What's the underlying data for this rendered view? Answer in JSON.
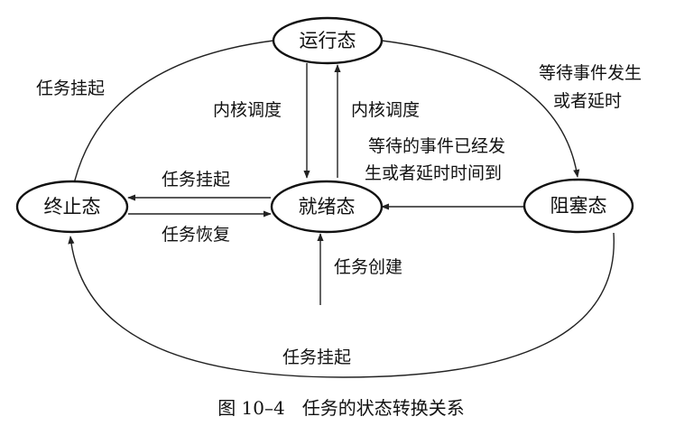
{
  "states": {
    "running": "运行态",
    "ready": "就绪态",
    "blocked": "阻塞态",
    "terminated": "终止态"
  },
  "edges": {
    "running_to_terminated": "任务挂起",
    "running_to_ready": "内核调度",
    "ready_to_running": "内核调度",
    "running_to_blocked_line1": "等待事件发生",
    "running_to_blocked_line2": "或者延时",
    "blocked_to_ready_line1": "等待的事件已经发",
    "blocked_to_ready_line2": "生或者延时时间到",
    "ready_to_terminated": "任务挂起",
    "terminated_to_ready": "任务恢复",
    "create_to_ready": "任务创建",
    "blocked_to_terminated": "任务挂起"
  },
  "caption": "图 10–4   任务的状态转换关系"
}
